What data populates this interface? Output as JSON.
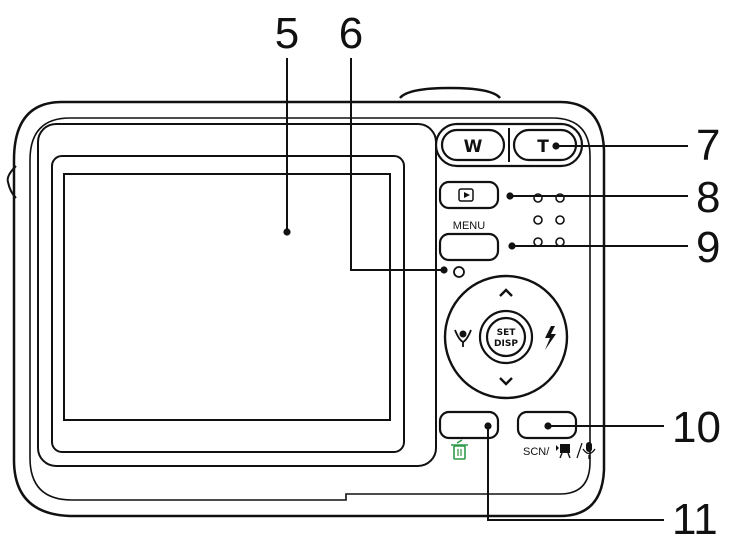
{
  "callouts": {
    "c5": "5",
    "c6": "6",
    "c7": "7",
    "c8": "8",
    "c9": "9",
    "c10": "10",
    "c11": "11"
  },
  "labels": {
    "zoom_wide": "W",
    "zoom_tele": "T",
    "menu": "MENU",
    "set": "SET",
    "disp": "DISP",
    "scn": "SCN/"
  },
  "icons": {
    "playback": "playback-icon",
    "macro": "macro-flower-icon",
    "flash": "flash-icon",
    "up": "chevron-up-icon",
    "down": "chevron-down-icon",
    "delete": "trash-icon",
    "movie": "movie-camera-icon",
    "voice": "microphone-icon"
  },
  "colors": {
    "ink": "#111111",
    "delete_icon": "#2e9a4a",
    "background": "#ffffff"
  }
}
